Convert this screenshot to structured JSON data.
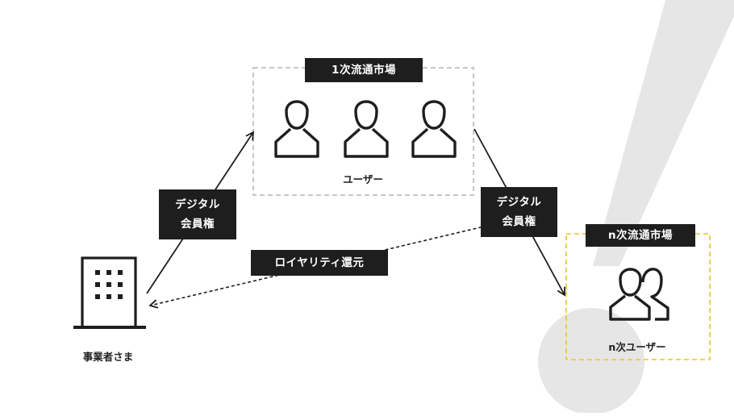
{
  "primary_market": {
    "title": "1次流通市場",
    "caption": "ユーザー"
  },
  "secondary_market": {
    "title": "n次流通市場",
    "caption": "n次ユーザー"
  },
  "membership_left": {
    "line1": "デジタル",
    "line2": "会員権"
  },
  "membership_right": {
    "line1": "デジタル",
    "line2": "会員権"
  },
  "royalty": "ロイヤリティ還元",
  "business": {
    "caption": "事業者さま"
  },
  "icons": {
    "user": "user-icon",
    "users": "users-icon",
    "building": "building-icon"
  },
  "colors": {
    "label_bg": "#1e1e1e",
    "primary_border": "#b4b4b4",
    "secondary_border": "#f2c12e",
    "decor": "#e6e6e6"
  }
}
